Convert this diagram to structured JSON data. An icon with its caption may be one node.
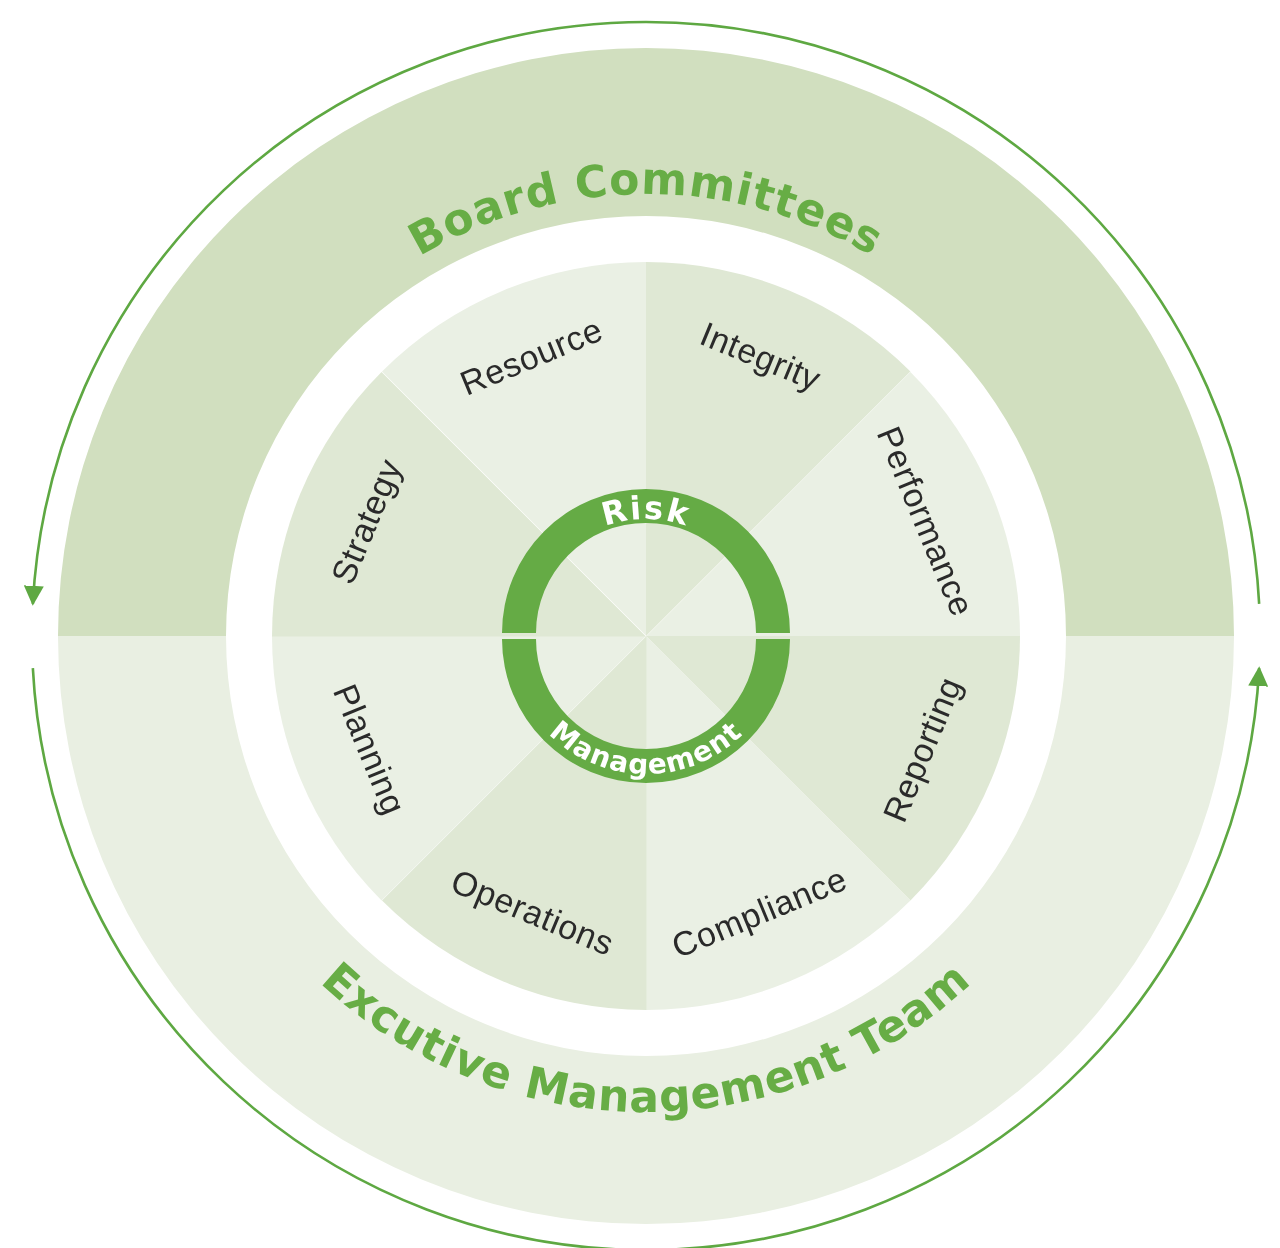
{
  "diagram": {
    "nodes": [
      {
        "text": [
          "Board Committees"
        ]
      },
      {
        "text": [
          "Excutive Management Team"
        ]
      },
      {
        "text": [
          "Resource"
        ]
      },
      {
        "text": [
          "Integrity"
        ]
      },
      {
        "text": [
          "Performance"
        ]
      },
      {
        "text": [
          "Reporting"
        ]
      },
      {
        "text": [
          "Compliance"
        ]
      },
      {
        "text": [
          "Operations"
        ]
      },
      {
        "text": [
          "Planning"
        ]
      },
      {
        "text": [
          "Strategy"
        ]
      },
      {
        "text": [
          "Risk",
          "Management"
        ]
      }
    ]
  }
}
